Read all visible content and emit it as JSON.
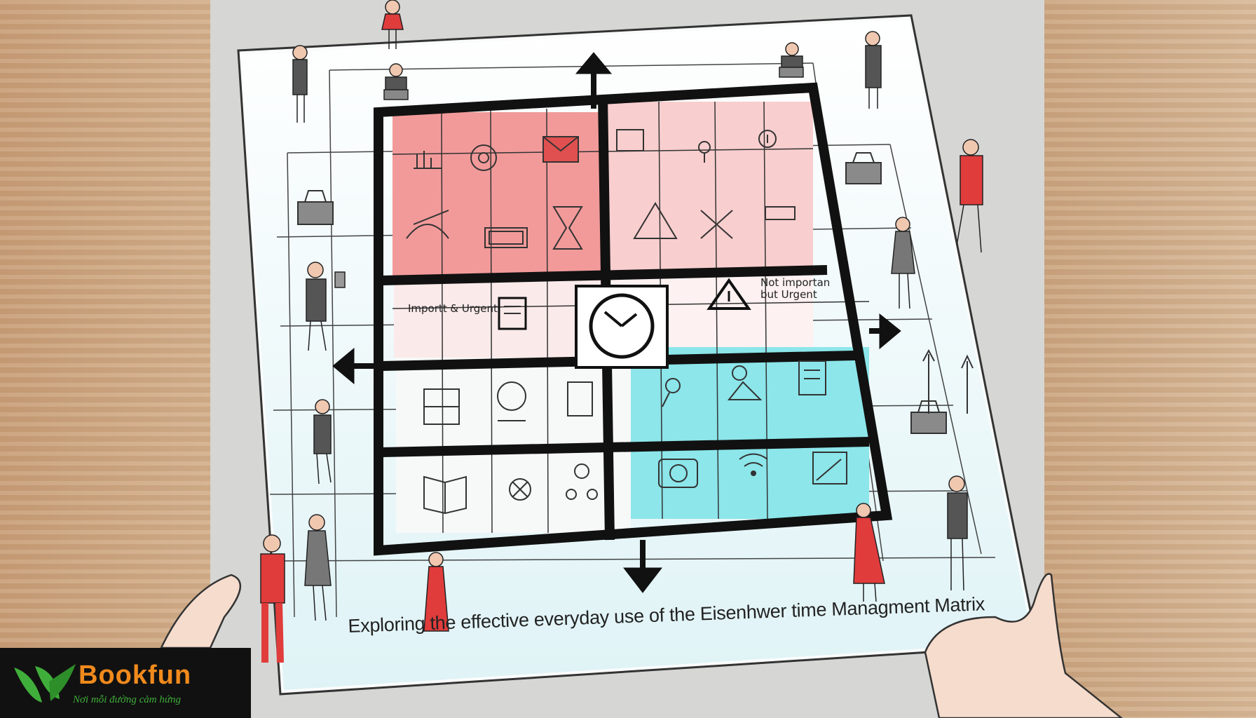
{
  "caption": "Exploring the effective everyday use of the Eisenhwer time Managment Matrix",
  "quadrant_labels": {
    "important_urgent": "Importt & Urgent",
    "not_important_urgent": "Not importan but Urgent"
  },
  "brand": {
    "name": "Bookfun",
    "tagline": "Nơi mỗi đường cảm hứng",
    "name_color": "#f18a1c",
    "leaf_color": "#3fae3a"
  },
  "colors": {
    "do_first": "#f08a8a",
    "schedule": "#f7c4c4",
    "delegate": "#7fe3e8",
    "eliminate": "#f4f6f6",
    "people_accent": "#e03c3c"
  },
  "icons": [
    "envelope-icon",
    "hourglass-icon",
    "clock-icon",
    "warning-icon",
    "book-icon",
    "wifi-icon",
    "document-icon",
    "lock-icon",
    "arrow-icon"
  ]
}
